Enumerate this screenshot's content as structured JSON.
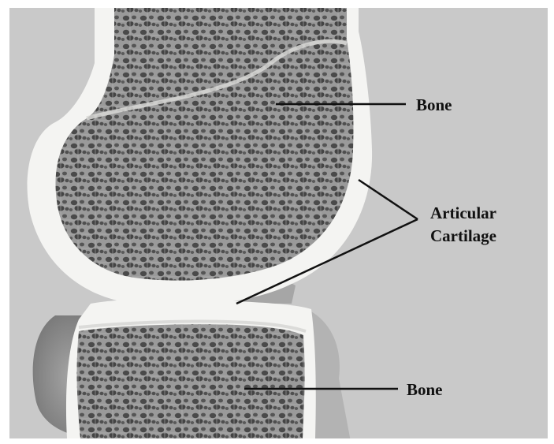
{
  "labels": {
    "bone_top": "Bone",
    "cartilage_line1": "Articular",
    "cartilage_line2": "Cartilage",
    "bone_bottom": "Bone"
  },
  "colors": {
    "background": "#c9c9c9",
    "cartilage": "#f4f4f2",
    "bone_base": "#9a9a9a",
    "pore": "#4a4a4a",
    "leader_line": "#111111",
    "soft_tissue": "#8c8c8c"
  }
}
